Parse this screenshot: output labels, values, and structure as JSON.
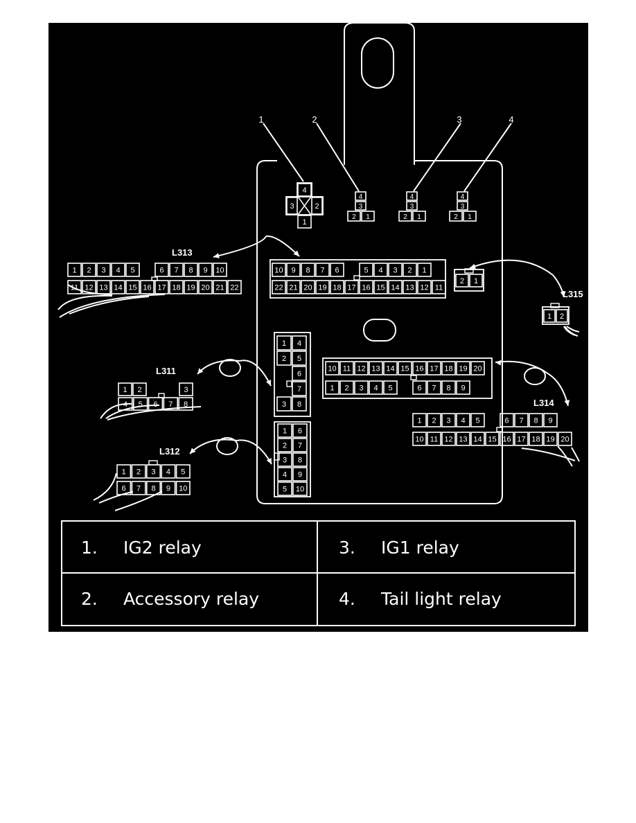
{
  "callouts": [
    "1",
    "2",
    "3",
    "4"
  ],
  "connector_labels": {
    "l313": "L313",
    "l315": "L315",
    "l311": "L311",
    "l314": "L314",
    "l312": "L312"
  },
  "relay_sockets": {
    "cross_relay": {
      "top": "4",
      "left": "3",
      "right": "2",
      "bottom": "1"
    },
    "small_relay": [
      "4",
      "3",
      "2",
      "1"
    ]
  },
  "connectors": {
    "l313_plug": {
      "top": [
        "1",
        "2",
        "3",
        "4",
        "5",
        "",
        "6",
        "7",
        "8",
        "9",
        "10"
      ],
      "bottom": [
        "11",
        "12",
        "13",
        "14",
        "15",
        "16",
        "17",
        "18",
        "19",
        "20",
        "21",
        "22"
      ]
    },
    "l313_socket": {
      "top": [
        "10",
        "9",
        "8",
        "7",
        "6",
        "",
        "5",
        "4",
        "3",
        "2",
        "1"
      ],
      "bottom": [
        "22",
        "21",
        "20",
        "19",
        "18",
        "17",
        "16",
        "15",
        "14",
        "13",
        "12",
        "11"
      ]
    },
    "l315_socket": [
      "2",
      "1"
    ],
    "l315_plug": [
      "1",
      "2"
    ],
    "l314_socket": {
      "top": [
        "10",
        "11",
        "12",
        "13",
        "14",
        "15",
        "16",
        "17",
        "18",
        "19",
        "20"
      ],
      "bottom": [
        "1",
        "2",
        "3",
        "4",
        "5",
        "",
        "6",
        "7",
        "8",
        "9"
      ]
    },
    "l314_plug": {
      "top": [
        "1",
        "2",
        "3",
        "4",
        "5",
        "",
        "6",
        "7",
        "8",
        "9"
      ],
      "bottom": [
        "10",
        "11",
        "12",
        "13",
        "14",
        "15",
        "16",
        "17",
        "18",
        "19",
        "20"
      ]
    },
    "l311_socket": [
      [
        "1",
        "4"
      ],
      [
        "2",
        "5"
      ],
      [
        "",
        "6"
      ],
      [
        "",
        "7"
      ],
      [
        "3",
        "8"
      ]
    ],
    "l311_plug": {
      "top": [
        "1",
        "2",
        "",
        "3"
      ],
      "bottom": [
        "4",
        "5",
        "6",
        "7",
        "8"
      ]
    },
    "l312_socket": [
      [
        "1",
        "6"
      ],
      [
        "2",
        "7"
      ],
      [
        "3",
        "8"
      ],
      [
        "4",
        "9"
      ],
      [
        "5",
        "10"
      ]
    ],
    "l312_plug": {
      "top": [
        "1",
        "2",
        "3",
        "4",
        "5"
      ],
      "bottom": [
        "6",
        "7",
        "8",
        "9",
        "10"
      ]
    }
  },
  "legend": [
    {
      "num": "1.",
      "label": "IG2 relay"
    },
    {
      "num": "3.",
      "label": "IG1 relay"
    },
    {
      "num": "2.",
      "label": "Accessory relay"
    },
    {
      "num": "4.",
      "label": "Tail light relay"
    }
  ],
  "colors": {
    "background": "#000000",
    "line": "#ffffff",
    "page": "#ffffff"
  }
}
